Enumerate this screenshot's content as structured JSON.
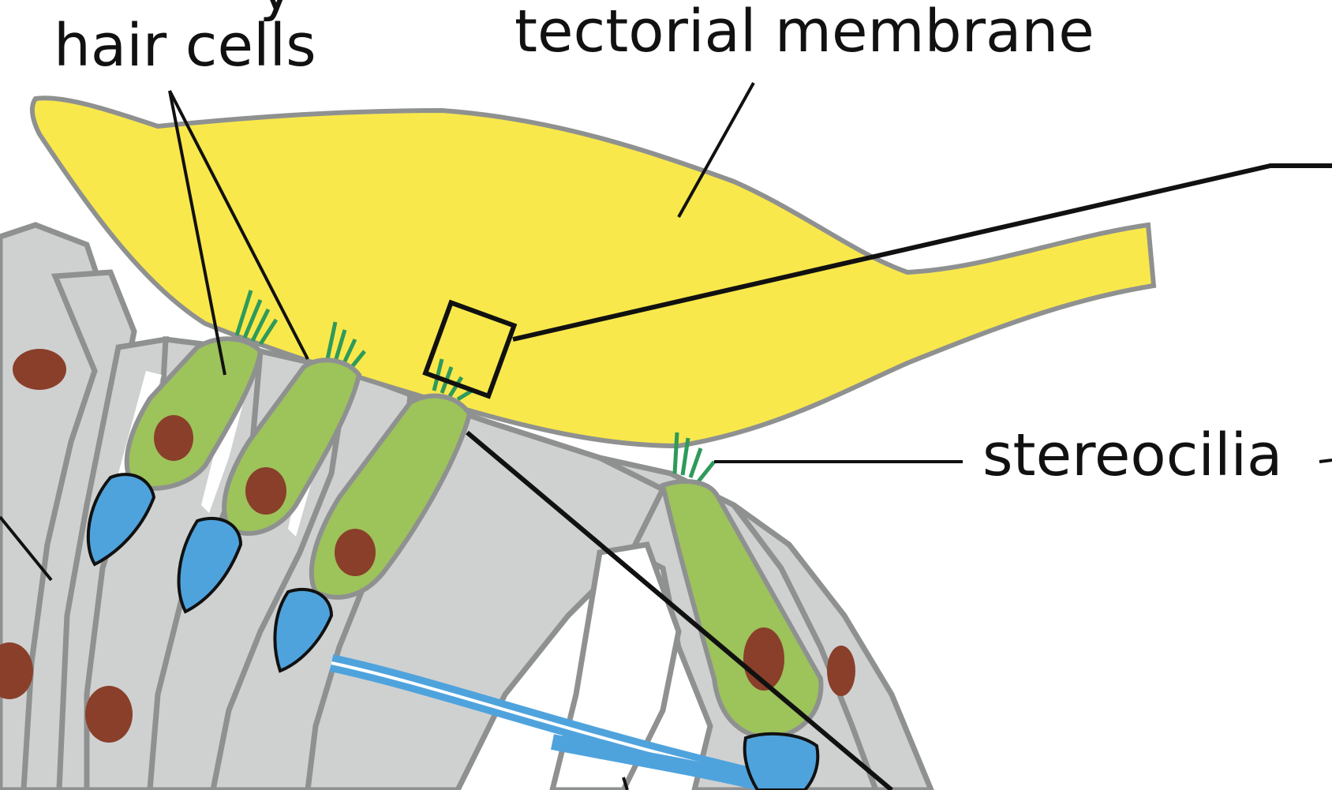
{
  "labels": {
    "hair_cells_partial": "y",
    "hair_cells": "hair cells",
    "tectorial_membrane": "tectorial membrane",
    "stereocilia": "stereocilia"
  },
  "colors": {
    "tectorial_membrane": "#F9E84B",
    "outline": "#8F9191",
    "support_cell": "#CFD1D1",
    "hair_cell": "#9DC35B",
    "nucleus": "#8A3F2A",
    "stereocilia": "#2E9A5B",
    "nerve": "#4FA3DD",
    "leader_line": "#111111"
  }
}
